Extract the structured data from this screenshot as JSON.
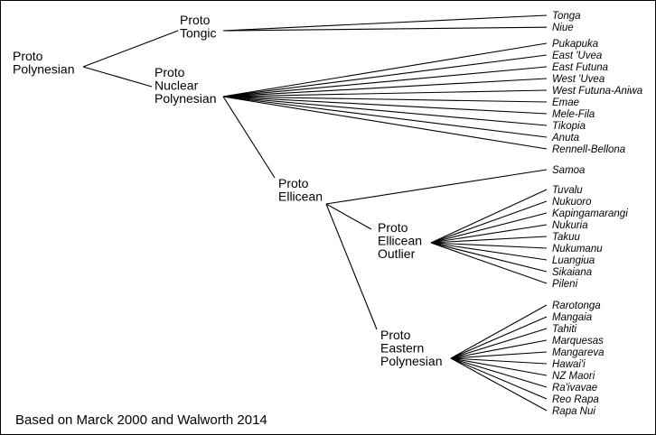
{
  "caption": "Based on Marck 2000 and Walworth 2014",
  "nodes": {
    "proto_polynesian": [
      "Proto",
      "Polynesian"
    ],
    "proto_tongic": [
      "Proto",
      "Tongic"
    ],
    "proto_nuclear_polynesian": [
      "Proto",
      "Nuclear",
      "Polynesian"
    ],
    "proto_ellicean": [
      "Proto",
      "Ellicean"
    ],
    "proto_ellicean_outlier": [
      "Proto",
      "Ellicean",
      "Outlier"
    ],
    "proto_eastern_polynesian": [
      "Proto",
      "Eastern",
      "Polynesian"
    ]
  },
  "leaves": {
    "tongic": [
      "Tonga",
      "Niue"
    ],
    "nuclear_polynesian": [
      "Pukapuka",
      "East 'Uvea",
      "East Futuna",
      "West 'Uvea",
      "West Futuna-Aniwa",
      "Emae",
      "Mele-Fila",
      "Tikopia",
      "Anuta",
      "Rennell-Bellona"
    ],
    "ellicean": [
      "Samoa"
    ],
    "ellicean_outlier": [
      "Tuvalu",
      "Nukuoro",
      "Kapingamarangi",
      "Nukuria",
      "Takuu",
      "Nukumanu",
      "Luangiua",
      "Sikaiana",
      "Pileni"
    ],
    "eastern_polynesian": [
      "Rarotonga",
      "Mangaia",
      "Tahiti",
      "Marquesas",
      "Mangareva",
      "Hawai'i",
      "NZ Maori",
      "Ra'ivavae",
      "Reo Rapa",
      "Rapa Nui"
    ]
  }
}
